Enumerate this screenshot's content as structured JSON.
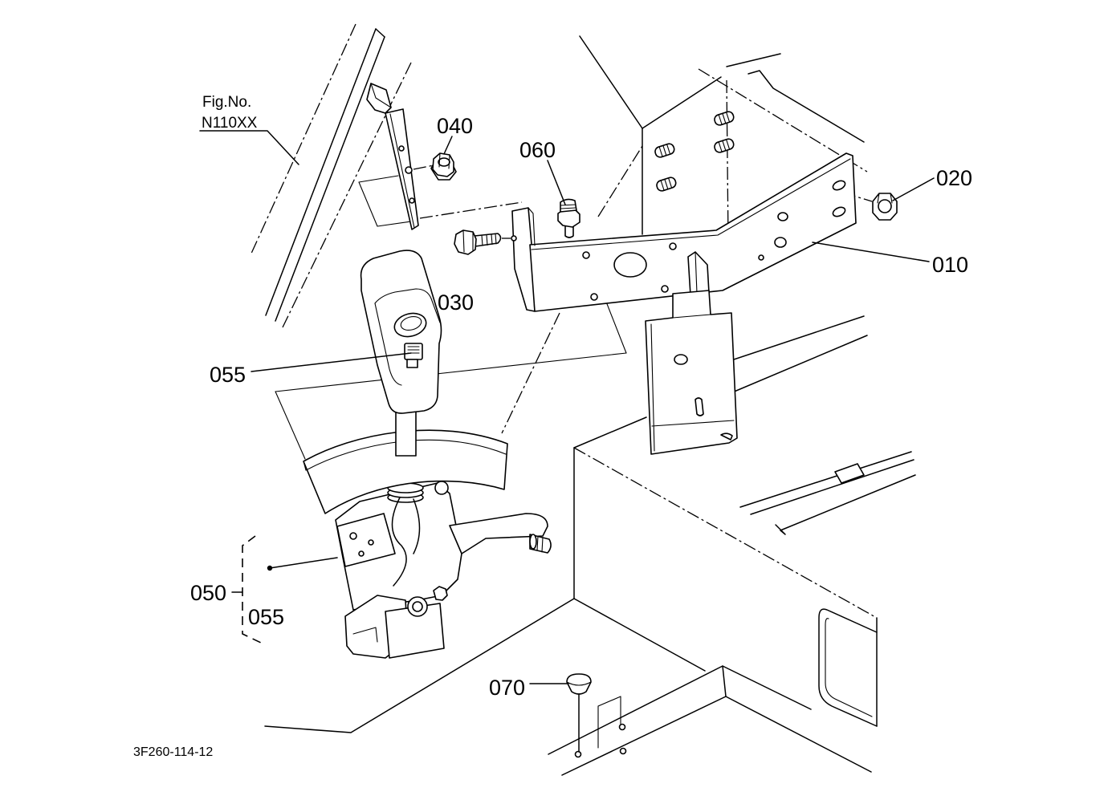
{
  "figure": {
    "fig_label": "Fig.No.",
    "fig_number": "N110XX"
  },
  "callouts": {
    "part_010": "010",
    "part_020": "020",
    "part_030": "030",
    "part_040": "040",
    "part_050": "050",
    "part_055_knob": "055",
    "part_055_assembly": "055",
    "part_060": "060",
    "part_070": "070"
  },
  "drawing_code": "3F260-114-12",
  "colors": {
    "line": "#000000",
    "background": "#ffffff"
  }
}
